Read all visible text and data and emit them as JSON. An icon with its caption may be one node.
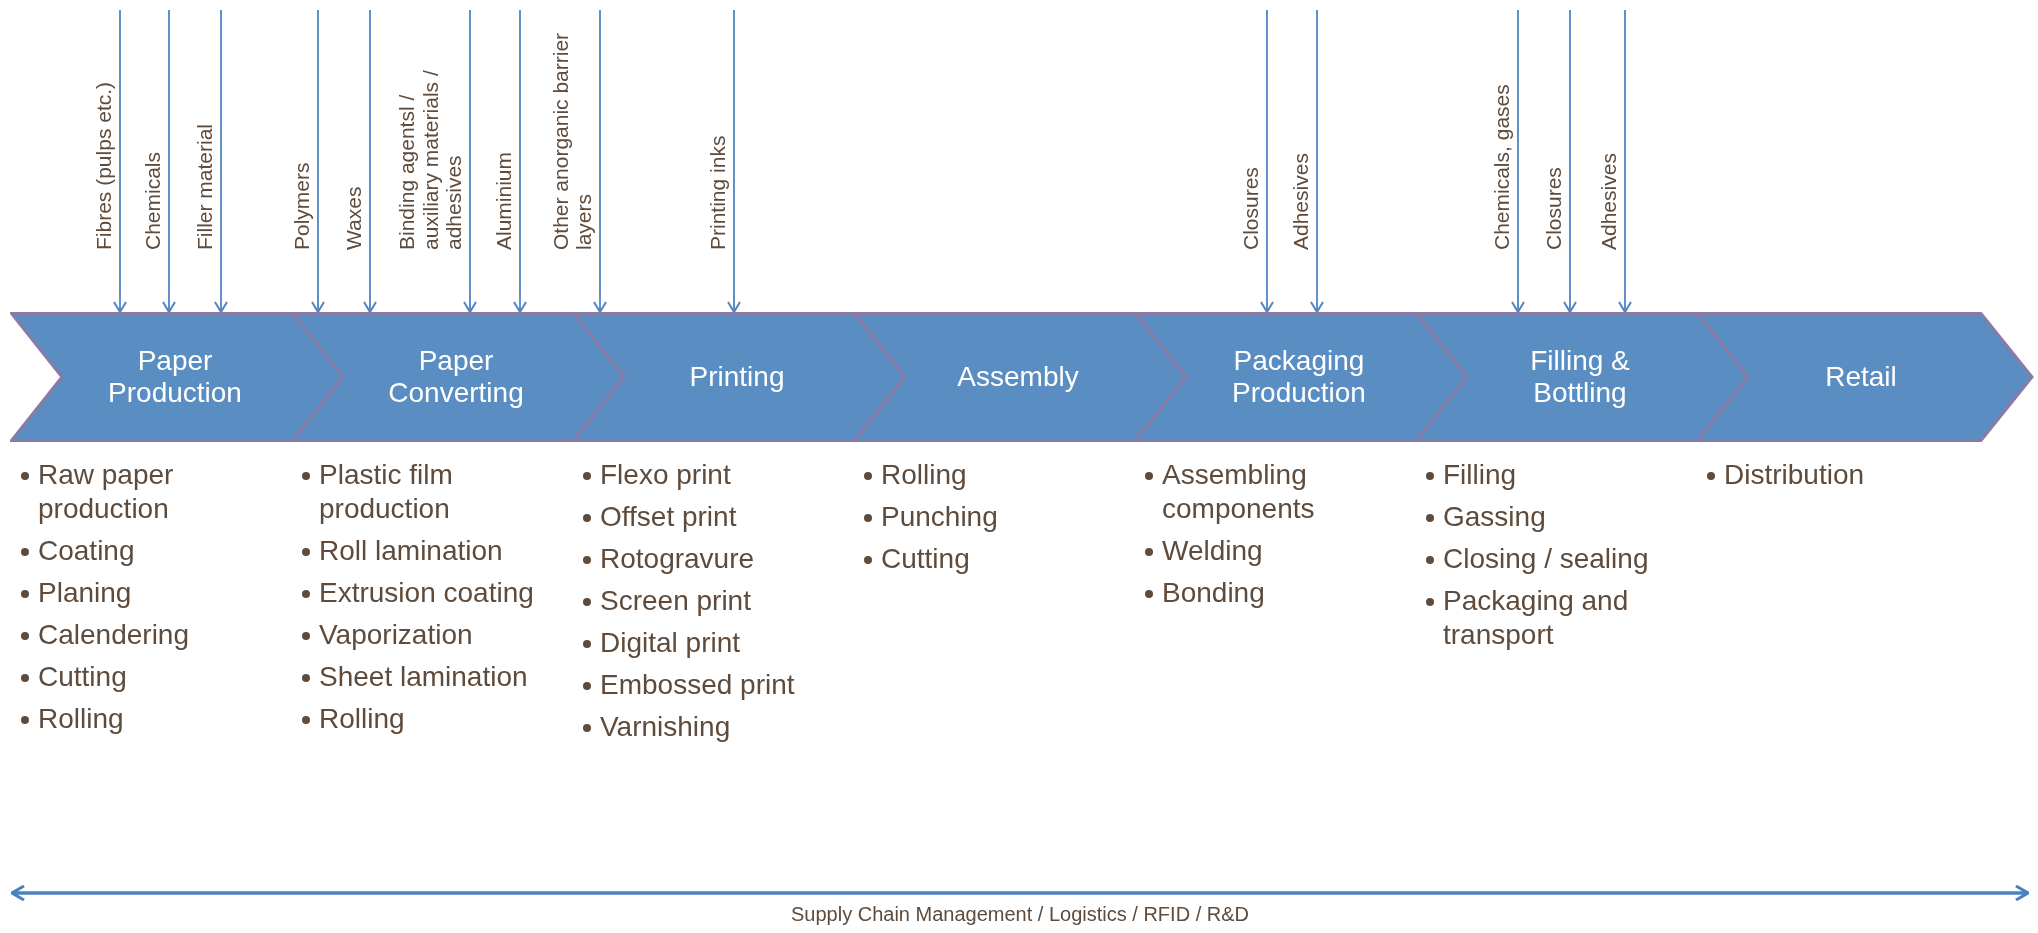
{
  "diagram": {
    "nodes": [
      {
        "text": [
          "Paper Production",
          "Raw paper production",
          "Coating",
          "Planing",
          "Calendering",
          "Cutting",
          "Rolling"
        ]
      },
      {
        "text": [
          "Paper Converting",
          "Plastic film production",
          "Roll lamination",
          "Extrusion coating",
          "Vaporization",
          "Sheet lamination",
          "Rolling"
        ]
      },
      {
        "text": [
          "Printing",
          "Flexo print",
          "Offset print",
          "Rotogravure",
          "Screen print",
          "Digital print",
          "Embossed print",
          "Varnishing"
        ]
      },
      {
        "text": [
          "Assembly",
          "Rolling",
          "Punching",
          "Cutting"
        ]
      },
      {
        "text": [
          "Packaging Production",
          "Assembling components",
          "Welding",
          "Bonding"
        ]
      },
      {
        "text": [
          "Filling & Bottling",
          "Filling",
          "Gassing",
          "Closing / sealing",
          "Packaging and transport"
        ]
      },
      {
        "text": [
          "Retail",
          "Distribution"
        ]
      }
    ],
    "edges": [
      {
        "from": null,
        "to": 0,
        "arrow": "to",
        "label": "Fibres (pulps etc.)"
      },
      {
        "from": null,
        "to": 0,
        "arrow": "to",
        "label": "Chemicals"
      },
      {
        "from": null,
        "to": 0,
        "arrow": "to",
        "label": "Filler material"
      },
      {
        "from": null,
        "to": 1,
        "arrow": "to",
        "label": "Polymers"
      },
      {
        "from": null,
        "to": 1,
        "arrow": "to",
        "label": "Waxes"
      },
      {
        "from": null,
        "to": 1,
        "arrow": "to",
        "label": "Binding agentsl / auxiliary materials / adhesives"
      },
      {
        "from": null,
        "to": 1,
        "arrow": "to",
        "label": "Aluminium"
      },
      {
        "from": null,
        "to": 1,
        "arrow": "to",
        "label": "Other anorganic barrier layers"
      },
      {
        "from": null,
        "to": 2,
        "arrow": "to",
        "label": "Printing inks"
      },
      {
        "from": null,
        "to": 4,
        "arrow": "to",
        "label": "Closures"
      },
      {
        "from": null,
        "to": 4,
        "arrow": "to",
        "label": "Adhesives"
      },
      {
        "from": null,
        "to": 5,
        "arrow": "to",
        "label": "Chemicals, gases"
      },
      {
        "from": null,
        "to": 5,
        "arrow": "to",
        "label": "Closures"
      },
      {
        "from": null,
        "to": 5,
        "arrow": "to",
        "label": "Adhesives"
      }
    ],
    "labels": [
      "Supply Chain Management / Logistics / RFID / R&D"
    ]
  }
}
